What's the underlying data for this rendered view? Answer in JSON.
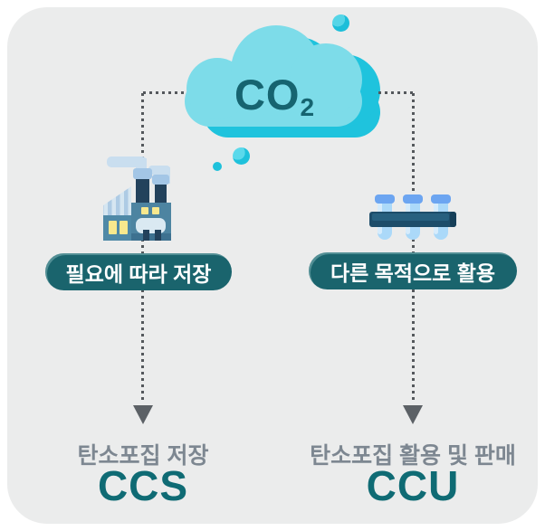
{
  "cloud": {
    "formula_main": "CO",
    "formula_sub": "2"
  },
  "left_branch": {
    "pill_label": "필요에 따라 저장",
    "caption": "탄소포집 저장",
    "acronym": "CCS",
    "icon": "factory-icon"
  },
  "right_branch": {
    "pill_label": "다른 목적으로 활용",
    "caption": "탄소포집 활용 및 판매",
    "acronym": "CCU",
    "icon": "test-tube-rack-icon"
  },
  "colors": {
    "card_bg": "#EBECEC",
    "cloud_light": "#7DDCE9",
    "cloud_dark": "#1FC3DD",
    "formula_text": "#166470",
    "pill_bg": "#1A646D",
    "pill_text": "#FFFFFF",
    "acronym_text": "#0F6B74",
    "caption_text": "#7D8791",
    "connector": "#54585C",
    "arrow": "#5C6166",
    "bubble": "#1EC1DB"
  }
}
